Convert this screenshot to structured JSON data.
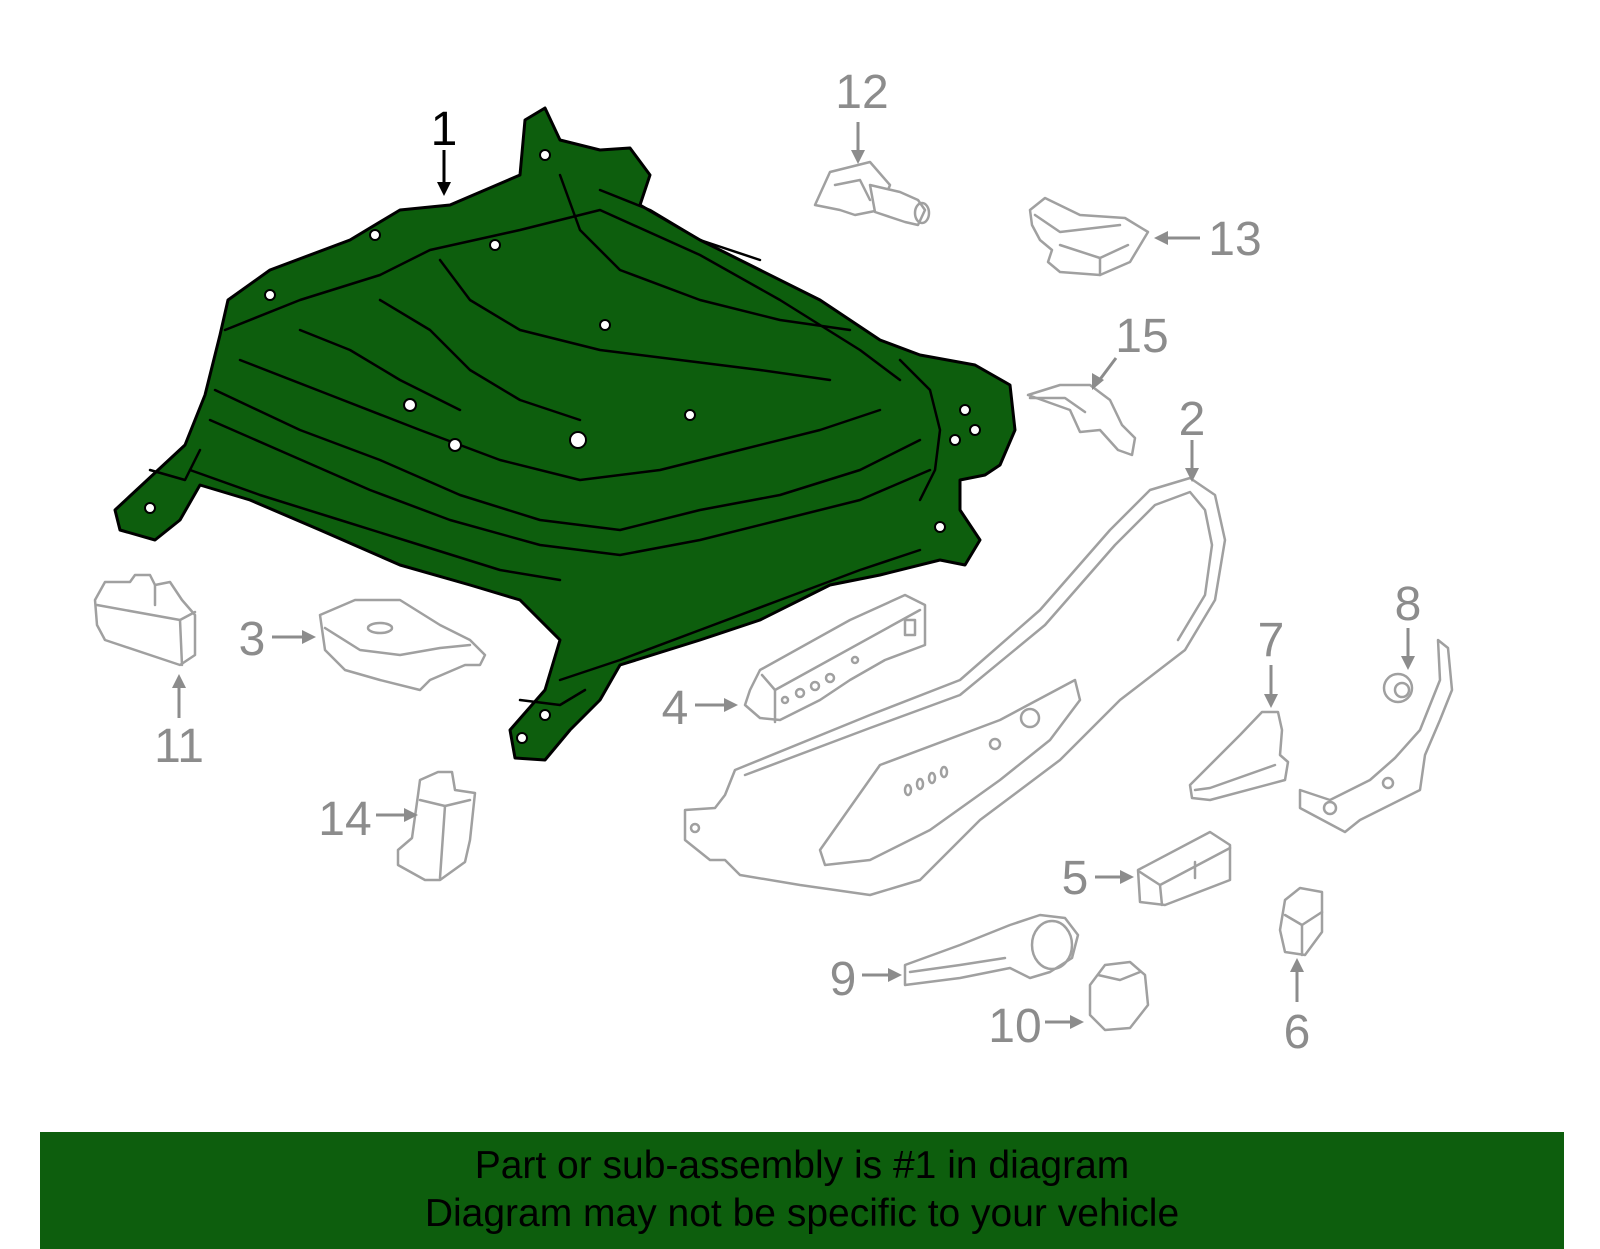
{
  "diagram": {
    "callouts": {
      "c1": "1",
      "c2": "2",
      "c3": "3",
      "c4": "4",
      "c5": "5",
      "c6": "6",
      "c7": "7",
      "c8": "8",
      "c9": "9",
      "c10": "10",
      "c11": "11",
      "c12": "12",
      "c13": "13",
      "c14": "14",
      "c15": "15"
    },
    "highlight_color": "#0d5e0d",
    "line_color": "#a0a0a0"
  },
  "banner": {
    "line1": "Part or sub-assembly is #1 in diagram",
    "line2": "Diagram may not be specific to your vehicle"
  }
}
